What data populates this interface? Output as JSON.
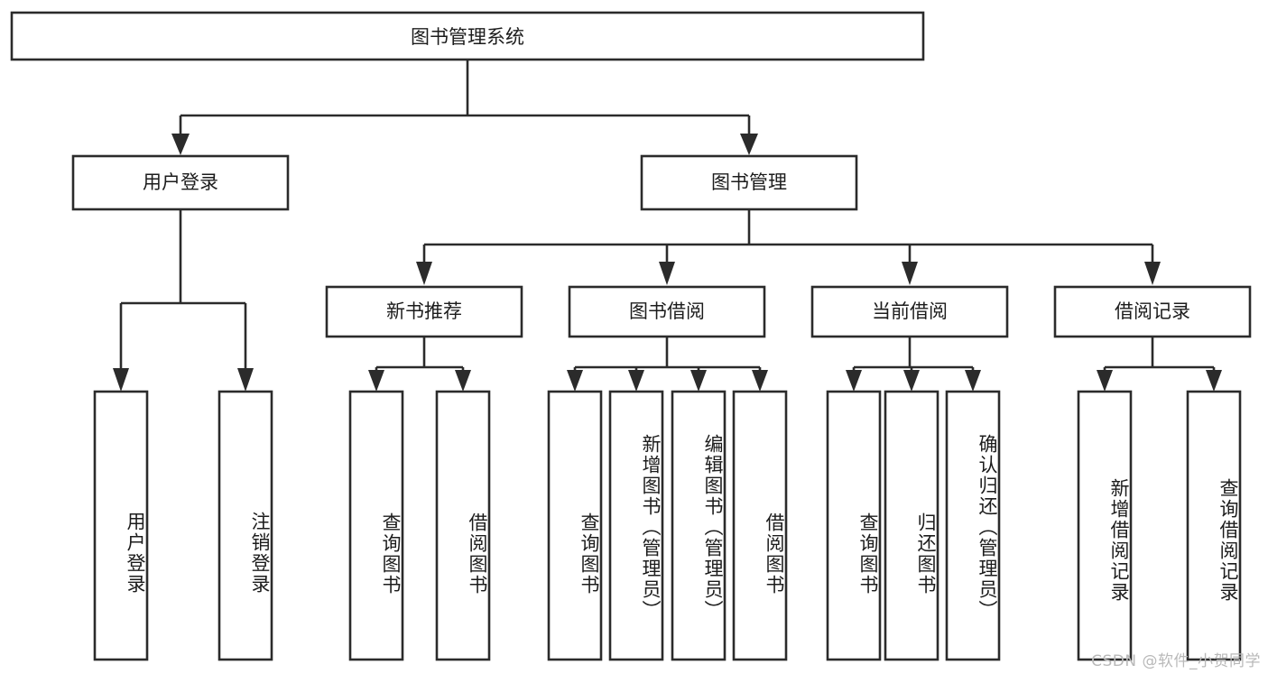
{
  "diagram": {
    "type": "tree-hierarchy",
    "title": "图书管理系统",
    "orientation": "top-down",
    "watermark": "CSDN @软件_小贺同学",
    "colors": {
      "background": "#ffffff",
      "box_fill": "#ffffff",
      "box_stroke": "#2b2b2b",
      "text": "#1c1c1c",
      "watermark": "#b9b9b9"
    },
    "root": {
      "label": "图书管理系统"
    },
    "level2": [
      {
        "label": "用户登录"
      },
      {
        "label": "图书管理"
      }
    ],
    "level3": [
      {
        "label": "新书推荐"
      },
      {
        "label": "图书借阅"
      },
      {
        "label": "当前借阅"
      },
      {
        "label": "借阅记录"
      }
    ],
    "leaves": {
      "user_login": [
        {
          "label": "用户登录"
        },
        {
          "label": "注销登录"
        }
      ],
      "new_book_recommend": [
        {
          "label": "查询图书"
        },
        {
          "label": "借阅图书"
        }
      ],
      "book_borrow": [
        {
          "label": "查询图书"
        },
        {
          "label": "新增图书（管理员）"
        },
        {
          "label": "编辑图书（管理员）"
        },
        {
          "label": "借阅图书"
        }
      ],
      "current_borrow": [
        {
          "label": "查询图书"
        },
        {
          "label": "归还图书"
        },
        {
          "label": "确认归还（管理员）"
        }
      ],
      "borrow_record": [
        {
          "label": "新增借阅记录"
        },
        {
          "label": "查询借阅记录"
        }
      ]
    }
  }
}
